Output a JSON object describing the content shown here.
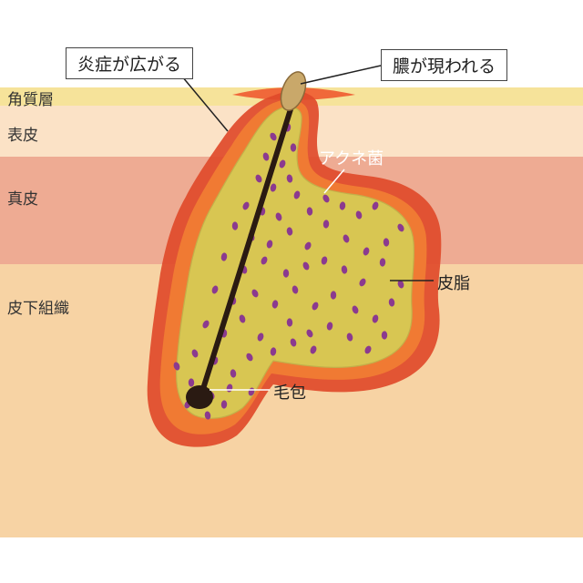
{
  "layers": {
    "stratum_corneum": "角質層",
    "epidermis": "表皮",
    "dermis": "真皮",
    "subcutis": "皮下組織"
  },
  "callouts": {
    "inflammation": "炎症が広がる",
    "pus": "膿が現われる"
  },
  "annotations": {
    "acne_bacteria": "アクネ菌",
    "sebum": "皮脂",
    "follicle": "毛包"
  },
  "colors": {
    "stratum_corneum": "#f6e39a",
    "epidermis": "#fbe2c6",
    "dermis": "#eeab93",
    "subcutis": "#f7d3a4",
    "inflammation_outer": "#e04a2a",
    "inflammation_inner": "#f07a33",
    "sebum": "#d8c652",
    "bacteria": "#8b3a8f",
    "hair": "#2a1a12",
    "pus": "#c9a86a"
  }
}
